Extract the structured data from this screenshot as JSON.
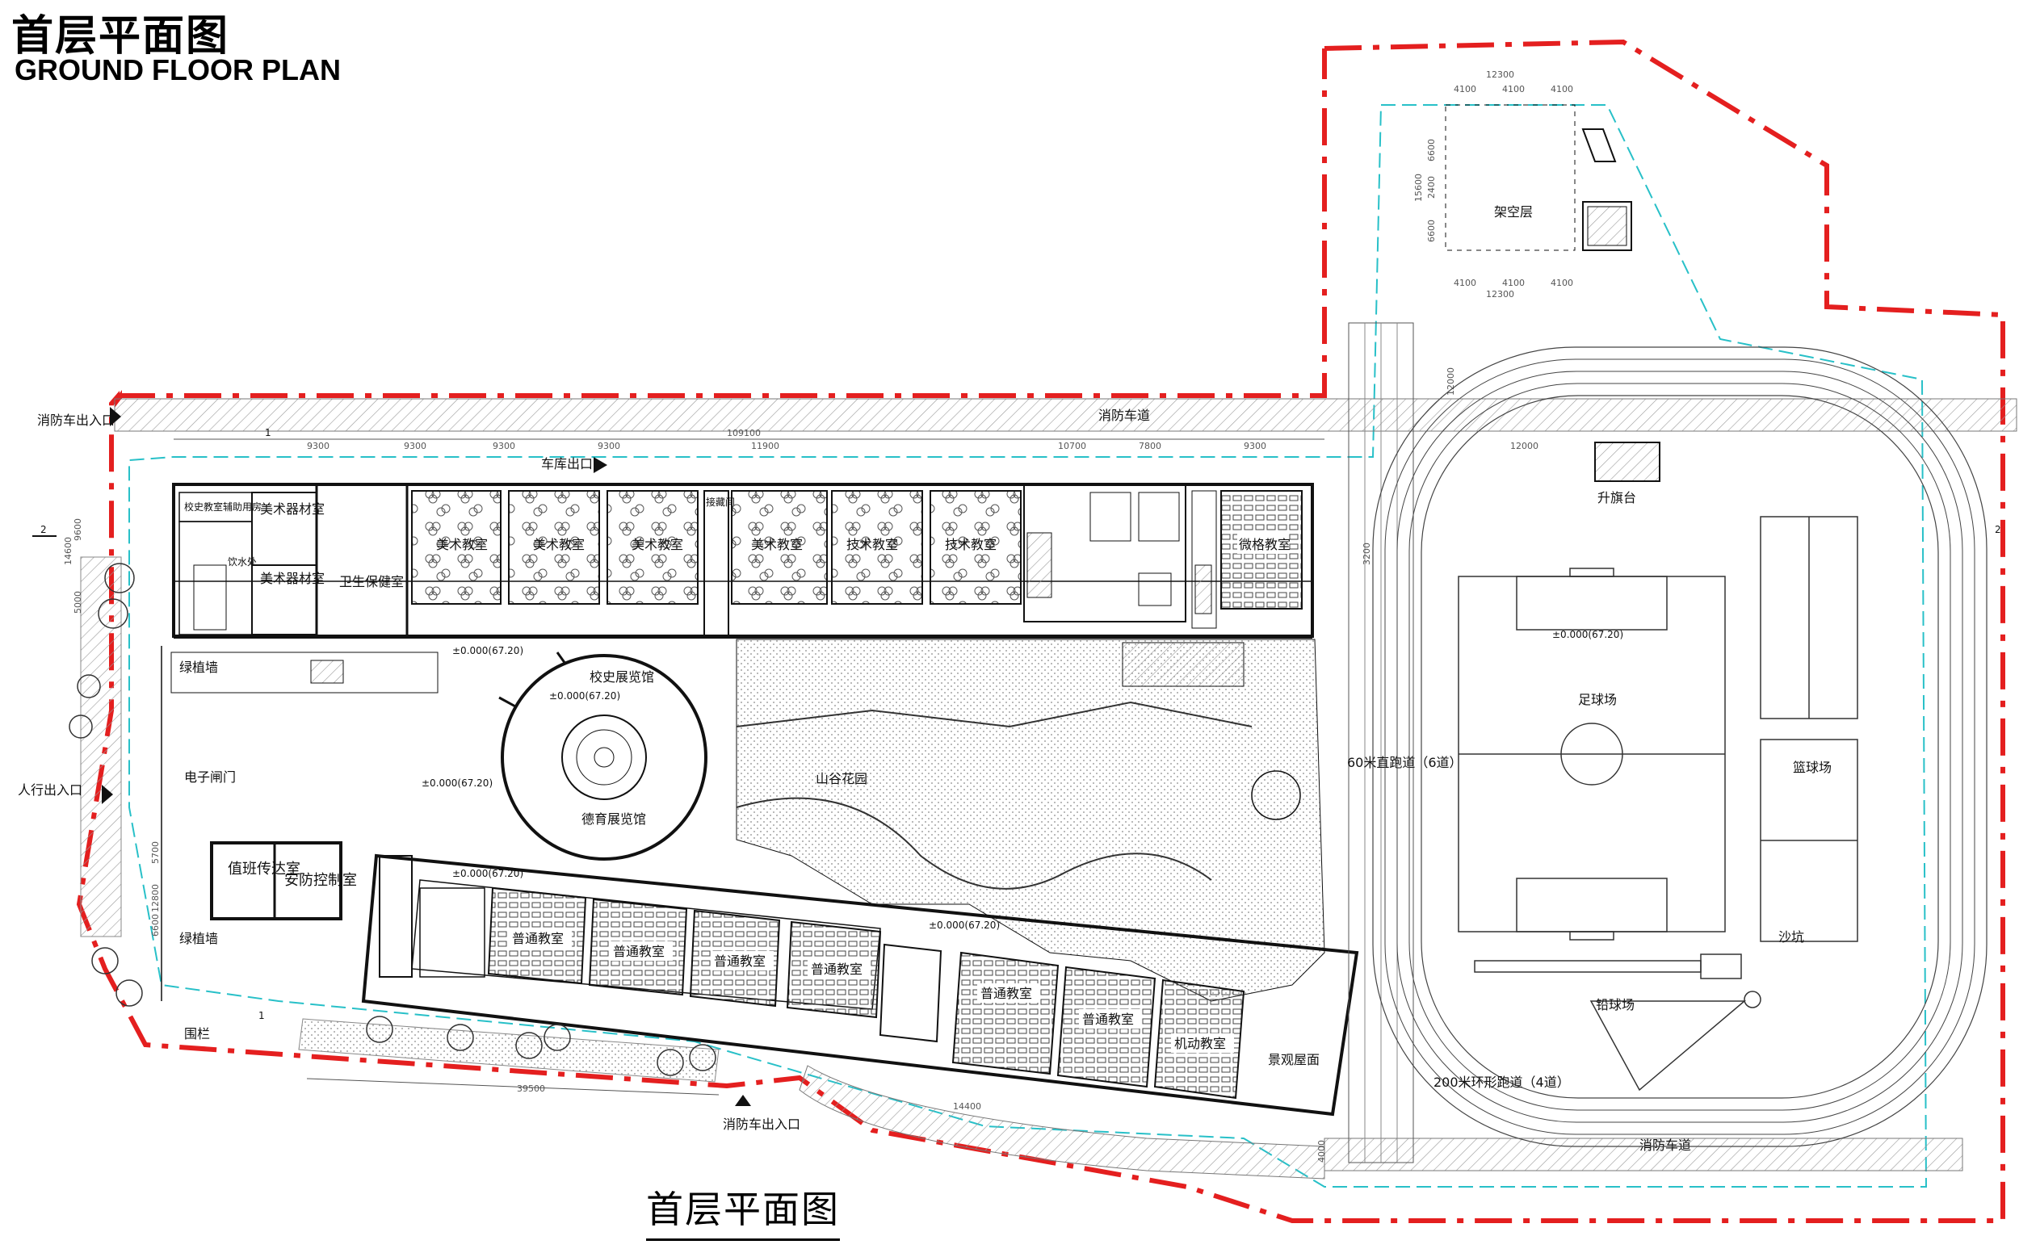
{
  "titles": {
    "main_cn": "首层平面图",
    "main_en": "GROUND FLOOR PLAN",
    "bottom_cn": "首层平面图"
  },
  "colors": {
    "boundary": "#e41f1f",
    "setback": "#28c0c8",
    "line": "#111111",
    "fire_lane_hatch": "#9a9a9a"
  },
  "labels": {
    "fire_entrance_west": "消防车出入口",
    "fire_lane_north": "消防车道",
    "garage_exit": "车库出口",
    "pedestrian_entrance": "人行出入口",
    "fire_entrance_south": "消防车出入口",
    "fire_lane_south": "消防车道",
    "green_wall_north": "绿植墙",
    "green_wall_south": "绿植墙",
    "electronic_gate": "电子闸门",
    "fence": "围栏",
    "history_hall": "校史展览馆",
    "moral_hall": "德育展览馆",
    "valley_garden": "山谷花园",
    "landscape_roof": "景观屋面",
    "elevated_floor": "架空层",
    "flag_platform": "升旗台",
    "football_field": "足球场",
    "basketball_court": "篮球场",
    "sandpit": "沙坑",
    "shotput": "铅球场",
    "straight_track": "60米直跑道（6道）",
    "loop_track": "200米环形跑道（4道）",
    "duty_room": "值班传达室",
    "security_room": "安防控制室"
  },
  "rooms_north": [
    "美术器材室",
    "美术器材室",
    "卫生保健室",
    "美术教室",
    "美术教室",
    "美术教室",
    "美术教室",
    "技术教室",
    "技术教室",
    "微格教室"
  ],
  "rooms_north_small": [
    "校史教室辅助用房",
    "饮水处",
    "接藏间"
  ],
  "rooms_south": [
    "普通教室",
    "普通教室",
    "普通教室",
    "普通教室",
    "普通教室",
    "普通教室",
    "机动教室"
  ],
  "elevations": {
    "e1": "±0.000(67.20)",
    "e2": "±0.000(67.20)",
    "e3": "±0.000(67.20)",
    "e4": "±0.000(67.20)",
    "e5": "±0.000(67.20)",
    "e6": "±0.000(67.20)"
  },
  "dimensions": {
    "top_total": "109100",
    "top_12300_a": "12300",
    "top_12300_b": "12300",
    "d4100": "4100",
    "d6600": "6600",
    "d15600": "15600",
    "d2400": "2400",
    "d12000_v": "12000",
    "d12000_h": "12000",
    "d14600": "14600",
    "d9600": "9600",
    "d5000": "5000",
    "d39500": "39500",
    "d4000": "4000",
    "d9300": "9300",
    "d7800": "7800",
    "d10700": "10700",
    "d11900": "11900",
    "d3200": "3200",
    "d12800": "12800",
    "d5700": "5700",
    "d6600b": "6600",
    "d14400": "14400"
  },
  "markers": {
    "section_2_left": "2",
    "section_2_right": "2",
    "section_1_top": "1",
    "section_1_bottom": "1"
  }
}
